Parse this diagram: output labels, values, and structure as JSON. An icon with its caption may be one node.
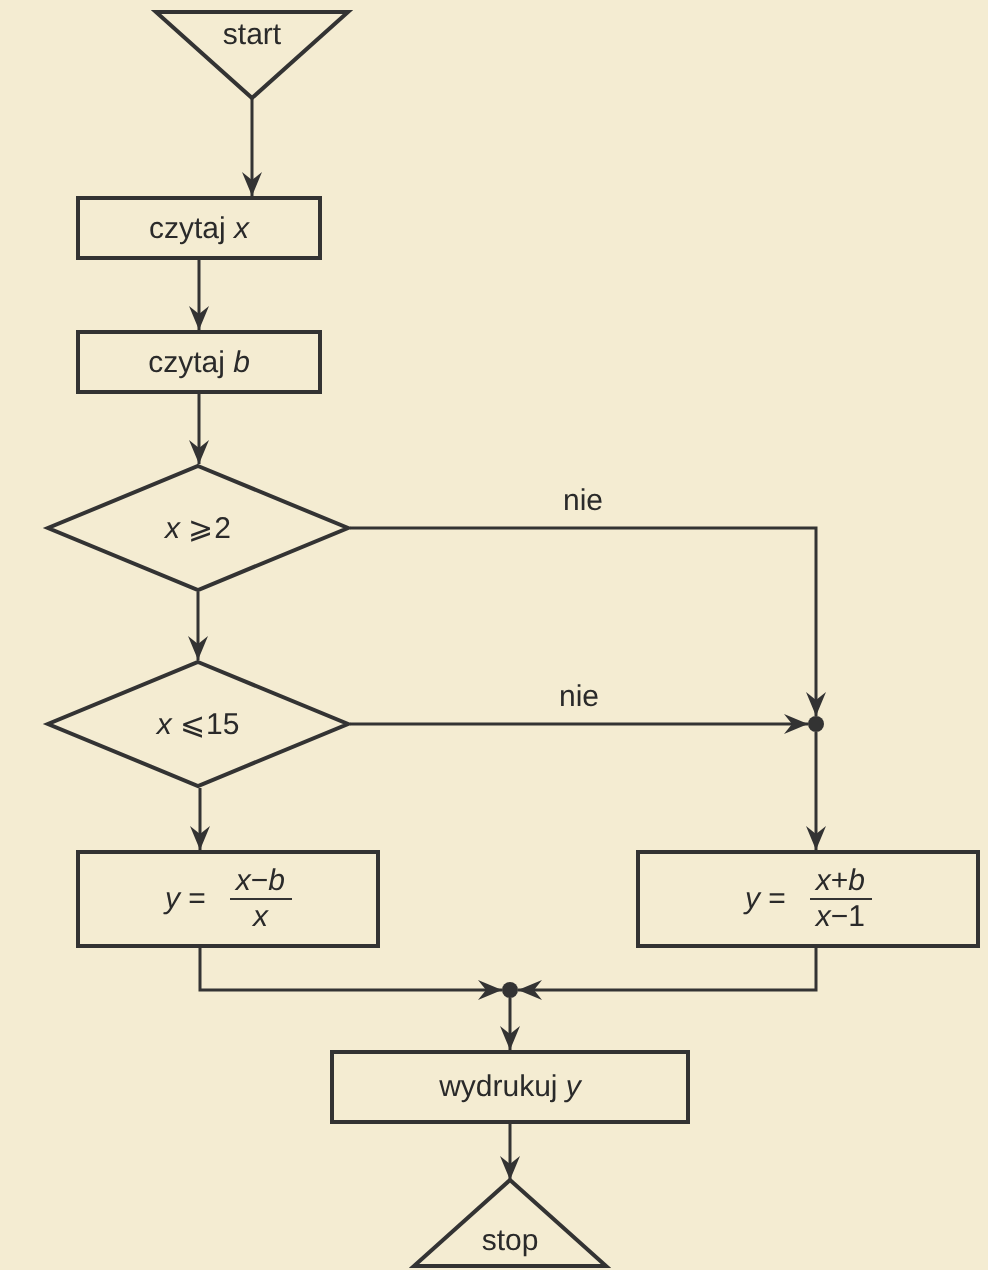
{
  "diagram": {
    "nodes": [
      {
        "text": [
          "start"
        ]
      },
      {
        "text": [
          "czytaj *x*"
        ]
      },
      {
        "text": [
          "czytaj *b*"
        ]
      },
      {
        "text": [
          "*x* ⩾2"
        ]
      },
      {
        "text": [
          "*x* ⩽15"
        ]
      },
      {
        "text": [
          "*y* =",
          "*x*−*b*",
          "*x*"
        ]
      },
      {
        "text": [
          "*y* =",
          "*x*+*b*",
          "*x*−1"
        ]
      },
      {
        "text": [],
        "shape": "circle"
      },
      {
        "text": [],
        "shape": "circle"
      },
      {
        "text": [
          "wydrukuj *y*"
        ]
      },
      {
        "text": [
          "stop"
        ]
      }
    ],
    "edges": [
      {
        "from": 0,
        "to": 1,
        "arrow": "to"
      },
      {
        "from": 1,
        "to": 2,
        "arrow": "to"
      },
      {
        "from": 2,
        "to": 3,
        "arrow": "to"
      },
      {
        "from": 3,
        "to": 4,
        "arrow": "to"
      },
      {
        "from": 3,
        "to": 7,
        "label": "nie",
        "arrow": "to"
      },
      {
        "from": 4,
        "to": 7,
        "label": "nie",
        "arrow": "to"
      },
      {
        "from": 4,
        "to": 5,
        "arrow": "to"
      },
      {
        "from": 7,
        "to": 6,
        "arrow": "to"
      },
      {
        "from": 5,
        "to": 8,
        "arrow": "to"
      },
      {
        "from": 6,
        "to": 8,
        "arrow": "to"
      },
      {
        "from": 8,
        "to": 9,
        "arrow": "to"
      },
      {
        "from": 9,
        "to": 10,
        "arrow": "to"
      }
    ]
  }
}
